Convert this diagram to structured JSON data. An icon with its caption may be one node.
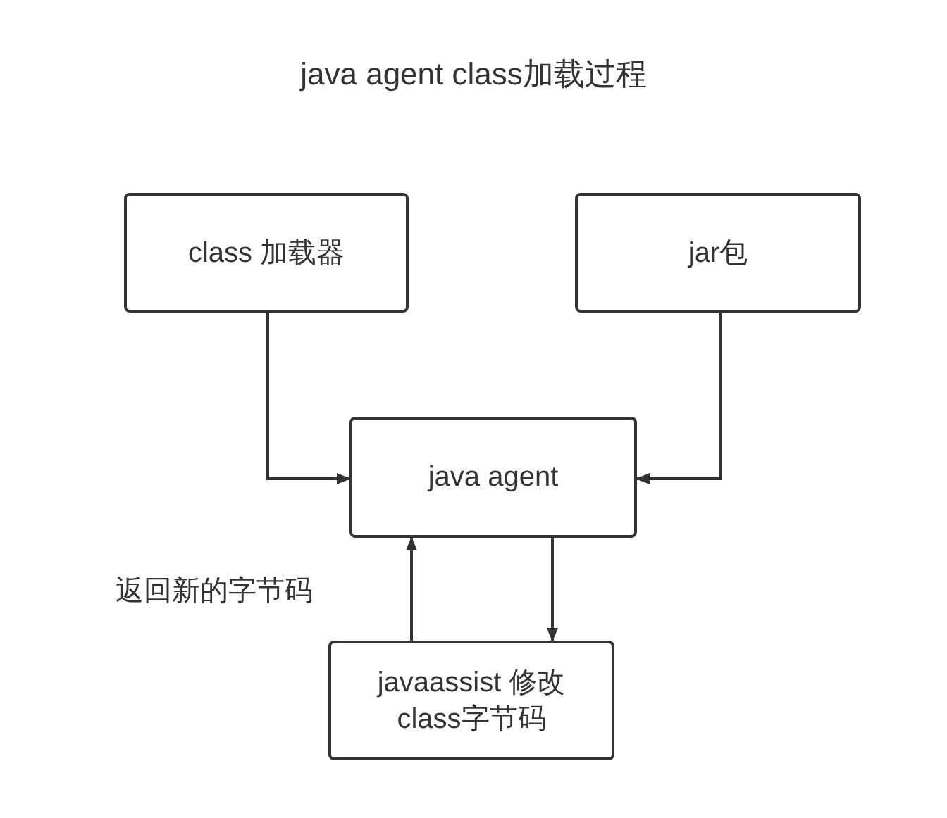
{
  "diagram": {
    "title": "java agent class加载过程",
    "nodes": [
      {
        "text": [
          "class 加载器"
        ]
      },
      {
        "text": [
          "jar包"
        ]
      },
      {
        "text": [
          "java agent"
        ]
      },
      {
        "text": [
          "javaassist 修改class字节码"
        ]
      }
    ],
    "edges": [
      {
        "from": 0,
        "to": 2,
        "arrow": "to"
      },
      {
        "from": 1,
        "to": 2,
        "arrow": "to"
      },
      {
        "from": 3,
        "to": 2,
        "arrow": "to",
        "label": "返回新的字节码"
      },
      {
        "from": 2,
        "to": 3,
        "arrow": "to"
      }
    ]
  }
}
